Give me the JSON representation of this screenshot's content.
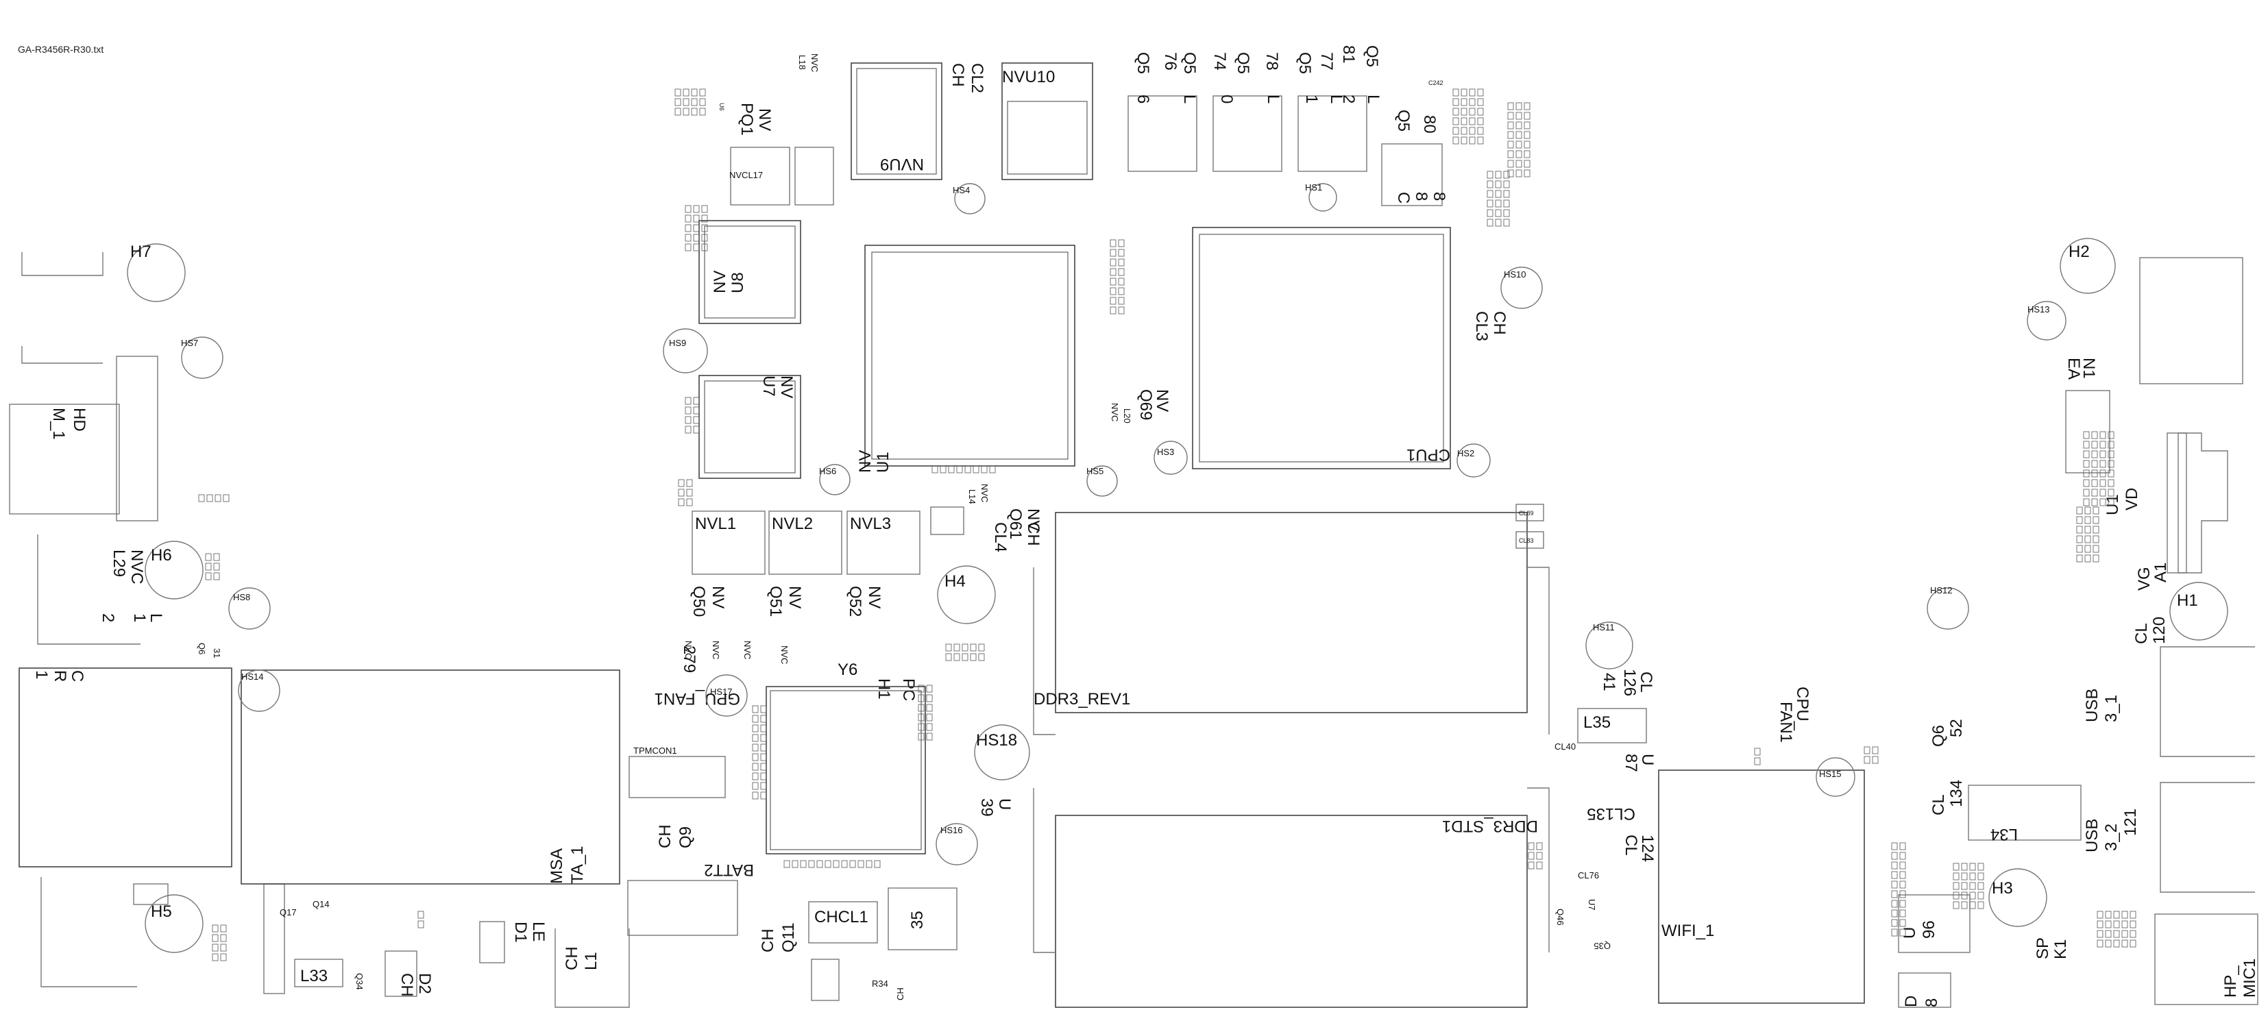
{
  "file_name": "GA-R3456R-R30.txt",
  "labels": {
    "H7": "H7",
    "HS7": "HS7",
    "HD": "HD",
    "M_1": "M_1",
    "H6": "H6",
    "HS8": "HS8",
    "NVC": "NVC",
    "L29": "L29",
    "L_1": "L",
    "L_1b": "1",
    "n2": "2",
    "Q6": "Q6",
    "n31": "31",
    "CR1_C": "C",
    "CR1_R": "R",
    "CR1_1": "1",
    "HS14": "HS14",
    "H5": "H5",
    "Q17": "Q17",
    "Q14": "Q14",
    "L33": "L33",
    "Q34": "Q34",
    "CH_D2": "CH",
    "D2": "D2",
    "LED1": "LE",
    "LED1b": "D1",
    "CHL1": "CH",
    "L1": "L1",
    "MSA": "MSA",
    "TA_1": "TA_1",
    "GPU_FAN1": "GPU_FAN1",
    "HS17": "HS17",
    "TPMCON1": "TPMCON1",
    "CH_Q9": "CH",
    "Q9": "Q9",
    "BATT2": "BATT2",
    "NV_PQ1": "NV",
    "PQ1": "PQ1",
    "NVCL17": "NVCL17",
    "U6": "U6",
    "NVC_L18": "NVC",
    "L18": "L18",
    "NVU9": "NVU9",
    "CH_CL2": "CH",
    "CL2": "CL2",
    "NVU10": "NVU10",
    "HS4": "HS4",
    "NV_U8": "NV",
    "U8": "U8",
    "HS9": "HS9",
    "NV_U7": "NV",
    "U7": "U7",
    "HS6": "HS6",
    "NV_U1": "NV",
    "U1": "U1",
    "HS5": "HS5",
    "NVC_L20": "NVC",
    "L20": "L20",
    "NV_Q69": "NV",
    "Q69": "Q69",
    "HS3": "HS3",
    "NV_Q61": "NV",
    "Q61": "Q61",
    "NVC_L14": "NVC",
    "L14": "L14",
    "NVL1": "NVL1",
    "NVL2": "NVL2",
    "NVL3": "NVL3",
    "CH_CL4": "CH",
    "CL4": "CL4",
    "H4": "H4",
    "NV_Q50": "NV",
    "Q50": "Q50",
    "NV_Q51": "NV",
    "Q51": "Q51",
    "NV_Q52": "NV",
    "Q52": "Q52",
    "NVC_279": "NVC",
    "n279": "279",
    "NVC_278": "NVC",
    "NVC_280": "NVC",
    "NVC_281": "NVC",
    "Y6": "Y6",
    "H1_lbl": "H1",
    "PC": "PC",
    "DDR3_REV1": "DDR3_REV1",
    "HS18": "HS18",
    "HS16": "HS16",
    "U39": "U",
    "n39": "39",
    "CH_Q11": "CH",
    "Q11": "Q11",
    "CHCL1": "CHCL1",
    "n35": "35",
    "CH_R34": "CH",
    "R34": "R34",
    "Q5_76": "Q5",
    "n76": "76",
    "Q5_74": "Q5",
    "n74": "74",
    "Q5_78": "Q5",
    "n78": "78",
    "Q5_77": "Q5",
    "n77": "77",
    "Q5_81": "Q5",
    "n81": "81",
    "n6": "6",
    "L_6": "L",
    "n0": "0",
    "L_0": "L",
    "n1": "1",
    "L_1c": "L",
    "n2b": "2",
    "L_2": "L",
    "HS1": "HS1",
    "Q5_80": "Q5",
    "n80": "80",
    "C242": "C242",
    "Cq": "C",
    "q8": "8",
    "q8b": "8",
    "HS10": "HS10",
    "CH_CL3": "CH",
    "CL3": "CL3",
    "CPU1": "CPU1",
    "HS2": "HS2",
    "CL89": "CL89",
    "CL83": "CL83",
    "HS11": "HS11",
    "CL_126": "CL",
    "n126": "126",
    "n41": "41",
    "L35": "L35",
    "CL40": "CL40",
    "U87": "U",
    "n87": "87",
    "CL135": "CL135",
    "DDR3_STD1": "DDR3_STD1",
    "CL_124": "CL",
    "n124": "124",
    "CL76": "CL76",
    "U7b": "U7",
    "Q46": "Q46",
    "Q35": "Q35",
    "WIFI_1": "WIFI_1",
    "CPU_FAN1": "CPU_",
    "FAN1": "FAN1",
    "HS15": "HS15",
    "H2": "H2",
    "HS13": "HS13",
    "EA": "EA",
    "N1": "N1",
    "U1b": "U1",
    "VD": "VD",
    "VG": "VG",
    "A1": "A1",
    "H1": "H1",
    "HS12": "HS12",
    "CL_120": "CL",
    "n120": "120",
    "USB_31": "USB",
    "n3_1": "3_1",
    "Q6_52": "Q6",
    "n52": "52",
    "CL_134": "CL",
    "n134": "134",
    "L34": "L34",
    "USB_32": "USB",
    "n3_2": "3_2",
    "n121": "121",
    "H3": "H3",
    "U96": "U",
    "n96": "96",
    "SPK1": "SP",
    "K1": "K1",
    "HP_MIC1": "HP_",
    "MIC1": "MIC1",
    "D8": "D",
    "n8": "8"
  }
}
